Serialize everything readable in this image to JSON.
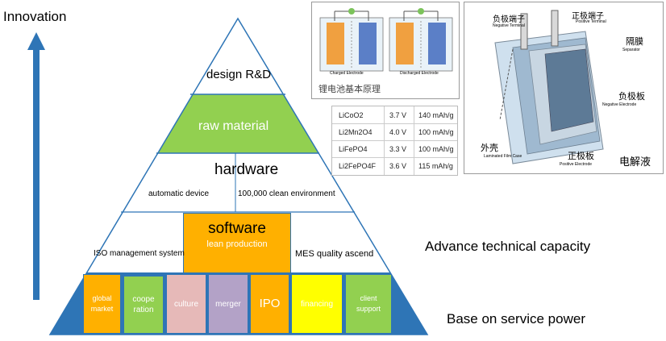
{
  "axis": {
    "label": "Innovation"
  },
  "pyramid": {
    "apex": "design R&D",
    "raw": "raw material",
    "hardware": {
      "title": "hardware",
      "left": "automatic device",
      "right": "100,000 clean environment"
    },
    "software": {
      "title": "software",
      "sub": "lean production",
      "left": "ISO management system",
      "right": "MES quality ascend"
    },
    "base": [
      {
        "label": "global market",
        "color": "#ffb000",
        "text": "#ffffff"
      },
      {
        "label": "cooperation",
        "color": "#92d050",
        "text": "#ffffff"
      },
      {
        "label": "culture",
        "color": "#e6b9b8",
        "text": "#ffffff"
      },
      {
        "label": "merger",
        "color": "#b3a2c7",
        "text": "#ffffff"
      },
      {
        "label": "IPO",
        "color": "#ffb000",
        "text": "#ffffff"
      },
      {
        "label": "financing",
        "color": "#ffff00",
        "text": "#ffffff"
      },
      {
        "label": "client support",
        "color": "#92d050",
        "text": "#ffffff"
      }
    ]
  },
  "right_text": {
    "capacity": "Advance technical capacity",
    "service": "Base on service power"
  },
  "battery_principle": {
    "caption": "锂电池基本原理",
    "charged": "Charged Electrode",
    "discharged": "Discharged Electrode"
  },
  "materials_table": {
    "rows": [
      {
        "formula": "LiCoO2",
        "voltage": "3.7 V",
        "capacity": "140 mAh/g"
      },
      {
        "formula": "Li2Mn2O4",
        "voltage": "4.0 V",
        "capacity": "100 mAh/g"
      },
      {
        "formula": "LiFePO4",
        "voltage": "3.3 V",
        "capacity": "100 mAh/g"
      },
      {
        "formula": "Li2FePO4F",
        "voltage": "3.6 V",
        "capacity": "115 mAh/g"
      }
    ]
  },
  "cell_structure": {
    "neg_terminal": "负极端子",
    "neg_terminal_en": "Negative Terminal",
    "pos_terminal": "正极端子",
    "pos_terminal_en": "Positive Terminal",
    "separator": "隔膜",
    "separator_en": "Separator",
    "neg_electrode": "负极板",
    "neg_electrode_en": "Negative Electrode",
    "case": "外壳",
    "case_en": "Laminated Film Case",
    "pos_electrode": "正极板",
    "pos_electrode_en": "Positive Electrode",
    "electrolyte": "电解液"
  }
}
